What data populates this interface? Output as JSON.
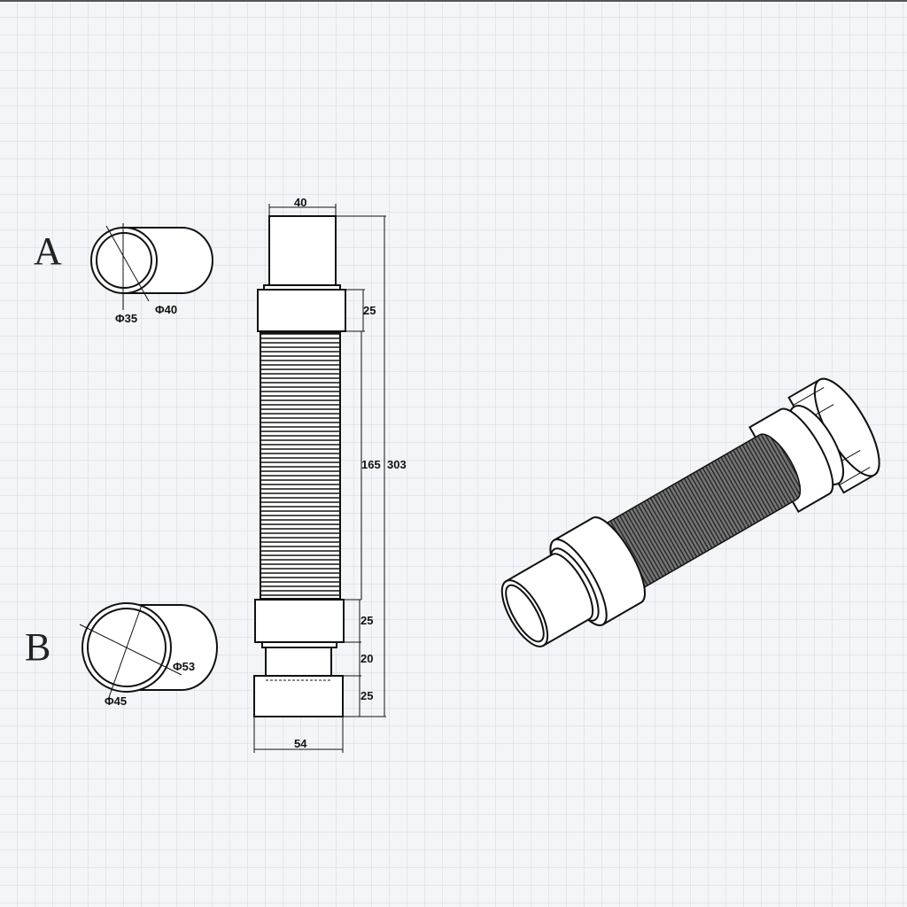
{
  "labels": {
    "view_a": "A",
    "view_b": "B"
  },
  "view_a": {
    "inner_diameter": "Φ35",
    "outer_diameter": "Φ40"
  },
  "view_b": {
    "inner_diameter": "Φ45",
    "outer_diameter": "Φ53"
  },
  "dimensions": {
    "top_width": "40",
    "bottom_width": "54",
    "top_ring_height": "25",
    "corrugated_length": "165",
    "total_length": "303",
    "lower_ring_height": "25",
    "neck_height": "20",
    "bottom_ring_height": "25"
  },
  "colors": {
    "grid": "#d3d8e4",
    "line": "#111111",
    "hose": "#555555"
  }
}
